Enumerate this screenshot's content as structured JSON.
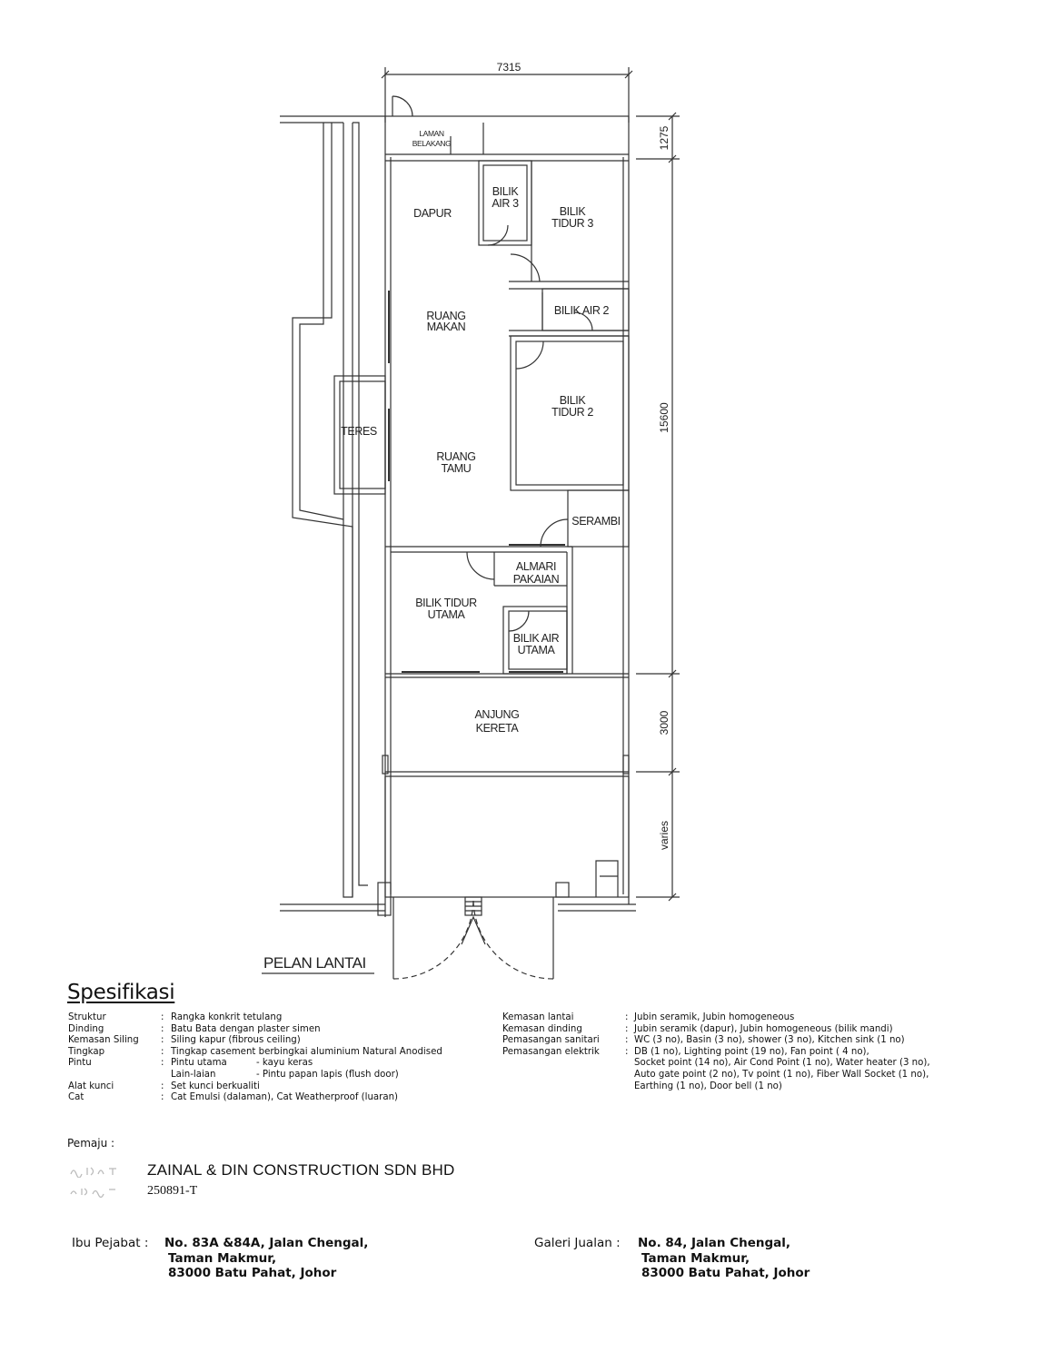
{
  "plan": {
    "title": "PELAN LANTAI",
    "dimensions": {
      "width": "7315",
      "rear": "1275",
      "main": "15600",
      "porch": "3000",
      "front": "varies"
    },
    "rooms": {
      "laman_belakang": [
        "LAMAN",
        "BELAKANG"
      ],
      "dapur": [
        "DAPUR"
      ],
      "bilik_air_3": [
        "BILIK",
        "AIR 3"
      ],
      "bilik_tidur_3": [
        "BILIK",
        "TIDUR 3"
      ],
      "bilik_air_2": [
        "BILIK AIR 2"
      ],
      "ruang_makan": [
        "RUANG",
        "MAKAN"
      ],
      "bilik_tidur_2": [
        "BILIK",
        "TIDUR 2"
      ],
      "teres": [
        "TERES"
      ],
      "ruang_tamu": [
        "RUANG",
        "TAMU"
      ],
      "serambi": [
        "SERAMBI"
      ],
      "almari_pakaian": [
        "ALMARI",
        "PAKAIAN"
      ],
      "bilik_tidur_utama": [
        "BILIK TIDUR",
        "UTAMA"
      ],
      "bilik_air_utama": [
        "BILIK AIR",
        "UTAMA"
      ],
      "anjung_kereta": [
        "ANJUNG",
        "KERETA"
      ]
    }
  },
  "spec": {
    "heading": "Spesifikasi",
    "left": [
      {
        "key": "Struktur",
        "value": "Rangka konkrit tetulang"
      },
      {
        "key": "Dinding",
        "value": "Batu Bata dengan plaster simen"
      },
      {
        "key": "Kemasan Siling",
        "value": "Siling kapur (fibrous ceiling)"
      },
      {
        "key": "Tingkap",
        "value": "Tingkap casement berbingkai aluminium Natural Anodised"
      },
      {
        "key": "Pintu",
        "sub_a": "Pintu utama",
        "val_a": "- kayu keras",
        "sub_b": "Lain-laian",
        "val_b": "- Pintu papan lapis (flush door)"
      },
      {
        "key": "Alat kunci",
        "value": "Set kunci berkualiti"
      },
      {
        "key": "Cat",
        "value": "Cat Emulsi (dalaman), Cat Weatherproof (luaran)"
      }
    ],
    "right": [
      {
        "key": "Kemasan lantai",
        "lines": [
          "Jubin seramik, Jubin homogeneous"
        ]
      },
      {
        "key": "Kemasan dinding",
        "lines": [
          "Jubin seramik (dapur), Jubin homogeneous (bilik mandi)"
        ]
      },
      {
        "key": "Pemasangan sanitari",
        "lines": [
          "WC (3 no), Basin (3 no), shower (3 no), Kitchen sink (1 no)"
        ]
      },
      {
        "key": "Pemasangan elektrik",
        "lines": [
          "DB (1 no), Lighting point (19 no), Fan point ( 4 no),",
          "Socket point (14 no), Air Cond Point (1 no), Water heater (3 no),",
          "Auto gate point (2 no), Tv point (1 no), Fiber Wall Socket (1 no),",
          "Earthing (1 no), Door bell (1 no)"
        ]
      }
    ]
  },
  "developer": {
    "label": "Pemaju :",
    "company": "ZAINAL & DIN CONSTRUCTION SDN BHD",
    "reg_no": "250891-T",
    "hq_label": "Ibu Pejabat :",
    "hq_lines": [
      "No. 83A &84A, Jalan Chengal,",
      "Taman Makmur,",
      "83000 Batu Pahat, Johor"
    ],
    "gallery_label": "Galeri Jualan :",
    "gallery_lines": [
      "No. 84, Jalan Chengal,",
      "Taman Makmur,",
      "83000 Batu Pahat, Johor"
    ]
  }
}
